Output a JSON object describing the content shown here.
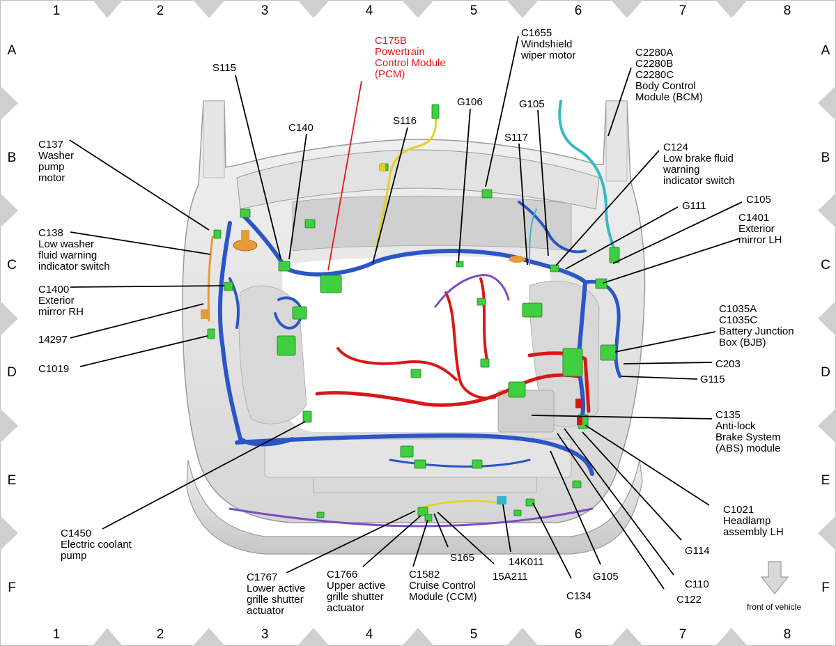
{
  "grid": {
    "columns": [
      "1",
      "2",
      "3",
      "4",
      "5",
      "6",
      "7",
      "8"
    ],
    "rows": [
      "A",
      "B",
      "C",
      "D",
      "E",
      "F"
    ]
  },
  "colors": {
    "harness_blue": "#2a56c6",
    "harness_red": "#d81818",
    "connector_green": "#3fcf3f",
    "harness_yellow": "#e6d21a",
    "harness_cyan": "#36b7c9",
    "harness_purple": "#7a4ec0",
    "harness_orange": "#e79a35",
    "highlight_red_label": "#e8141b"
  },
  "labels": {
    "c175b": [
      "C175B",
      "Powertrain",
      "Control Module",
      "(PCM)"
    ],
    "c1655": [
      "C1655",
      "Windshield",
      "wiper motor"
    ],
    "c2280": [
      "C2280A",
      "C2280B",
      "C2280C",
      "Body Control",
      "Module (BCM)"
    ],
    "s115": [
      "S115"
    ],
    "c140": [
      "C140"
    ],
    "s116": [
      "S116"
    ],
    "g106": [
      "G106"
    ],
    "g105_top": [
      "G105"
    ],
    "s117": [
      "S117"
    ],
    "c137": [
      "C137",
      "Washer",
      "pump",
      "motor"
    ],
    "c124": [
      "C124",
      "Low brake fluid",
      "warning",
      "indicator switch"
    ],
    "g111": [
      "G111"
    ],
    "c105": [
      "C105"
    ],
    "c1401": [
      "C1401",
      "Exterior",
      "mirror LH"
    ],
    "c138": [
      "C138",
      "Low washer",
      "fluid warning",
      "indicator switch"
    ],
    "c1400": [
      "C1400",
      "Exterior",
      "mirror RH"
    ],
    "c14297": [
      "14297"
    ],
    "c1019": [
      "C1019"
    ],
    "c1035": [
      "C1035A",
      "C1035C",
      "Battery Junction",
      "Box (BJB)"
    ],
    "c203": [
      "C203"
    ],
    "g115": [
      "G115"
    ],
    "c135": [
      "C135",
      "Anti-lock",
      "Brake System",
      "(ABS) module"
    ],
    "c1450": [
      "C1450",
      "Electric coolant",
      "pump"
    ],
    "c1021": [
      "C1021",
      "Headlamp",
      "assembly LH"
    ],
    "g114": [
      "G114"
    ],
    "c110": [
      "C110"
    ],
    "c122": [
      "C122"
    ],
    "g105_bottom": [
      "G105"
    ],
    "c134": [
      "C134"
    ],
    "c14k011": [
      "14K011"
    ],
    "c15a211": [
      "15A211"
    ],
    "s165": [
      "S165"
    ],
    "c1582": [
      "C1582",
      "Cruise Control",
      "Module (CCM)"
    ],
    "c1766": [
      "C1766",
      "Upper active",
      "grille shutter",
      "actuator"
    ],
    "c1767": [
      "C1767",
      "Lower active",
      "grille shutter",
      "actuator"
    ]
  },
  "orientation": {
    "label": "front of vehicle",
    "icon": "down-arrow-icon"
  }
}
